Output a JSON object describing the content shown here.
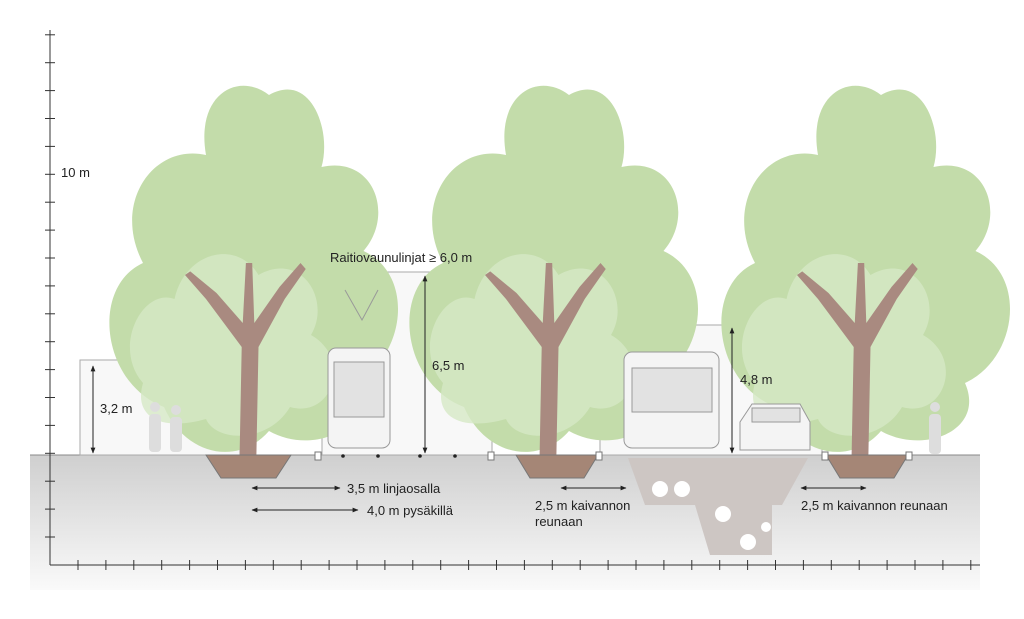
{
  "labels": {
    "height_10m": "10 m",
    "sidewalk_clearance": "3,2 m",
    "tram_lines": "Raitiovaunulinjat ≥ 6,0 m",
    "tram_clearance": "6,5 m",
    "road_clearance": "4,8 m",
    "tram_line_section": "3,5 m linjaosalla",
    "tram_stop": "4,0 m pysäkillä",
    "excavation_left_line1": "2,5 m kaivannon",
    "excavation_left_line2": "reunaan",
    "excavation_right": "2,5 m kaivannon reunaan"
  },
  "colors": {
    "canopy": "#c3dcaa",
    "canopy_back": "#d6e8c6",
    "trunk": "#a98a80",
    "pit": "#a58676",
    "ground": "#d4d4d4",
    "excavation": "#cdc6c3"
  }
}
